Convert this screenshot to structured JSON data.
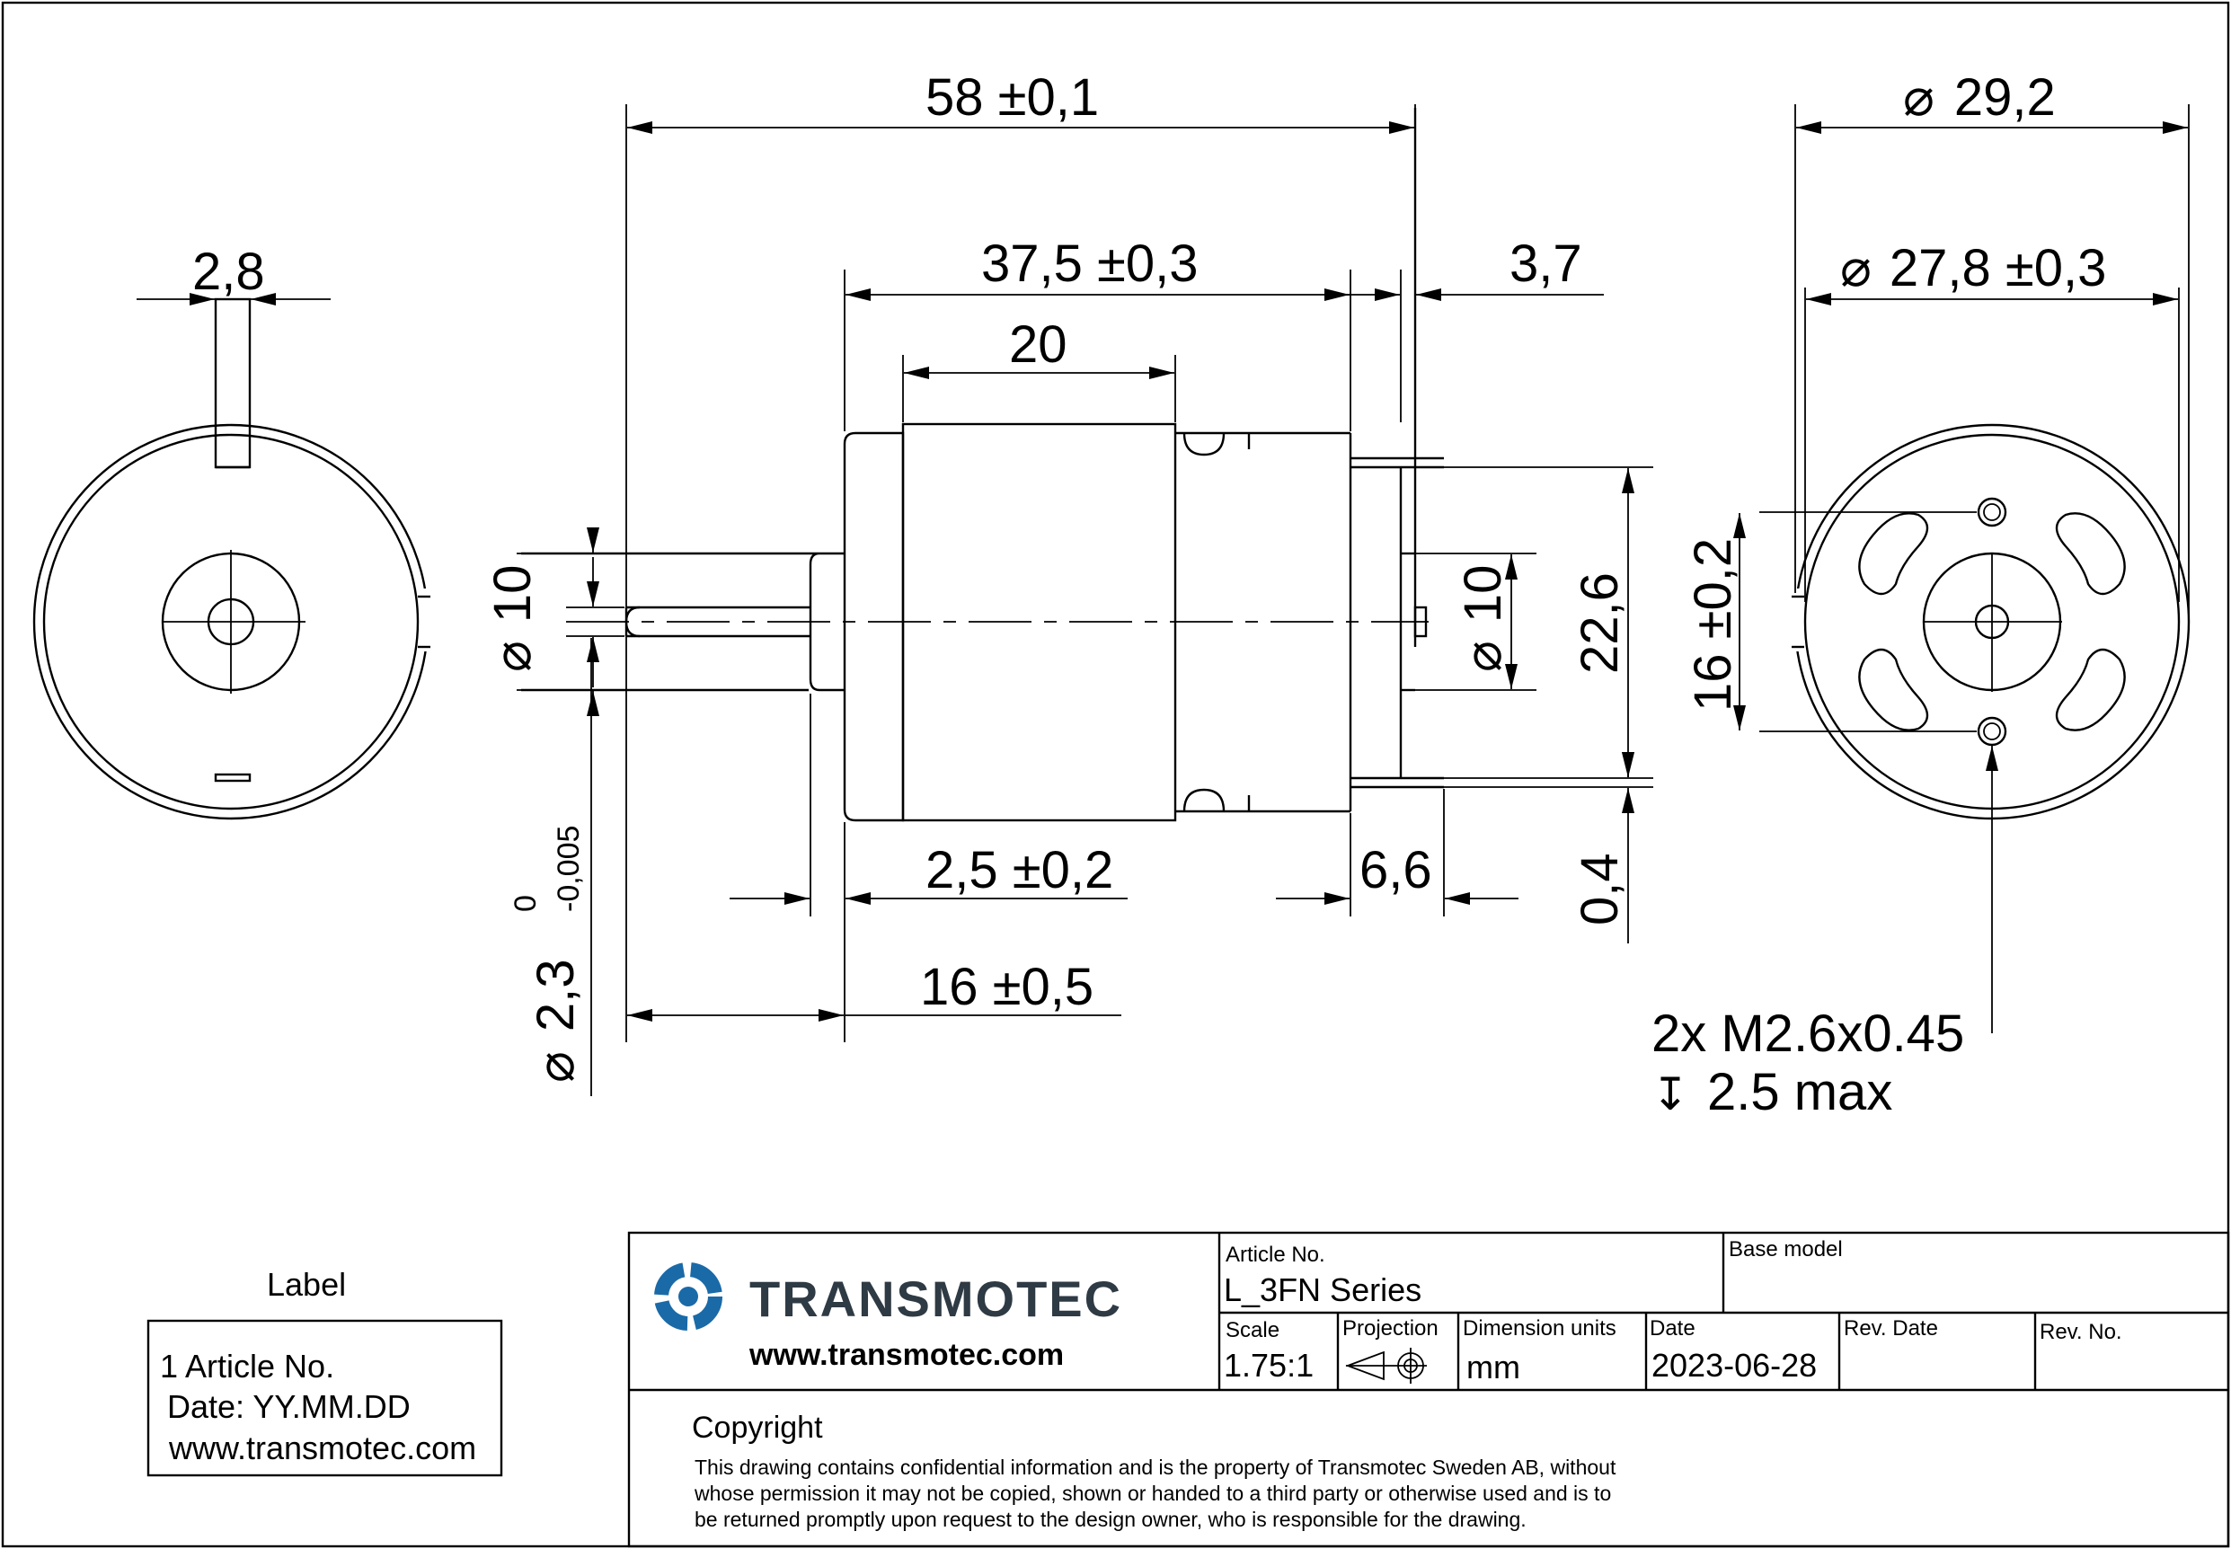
{
  "dimensions": {
    "overall_length": "58 ±0,1",
    "body_length": "37,5 ±0,3",
    "can_length": "20",
    "rear_flange": "3,7",
    "slot_width": "2,8",
    "diameter_outer": "29,2",
    "diameter_inner": "27,8 ±0,3",
    "front_boss_dia": "10",
    "rear_boss_dia": "10",
    "flange_height": "22,6",
    "hole_spacing": "16 ±0,2",
    "front_step": "2,5 ±0,2",
    "rear_step": "6,6",
    "terminal_thickness": "0,4",
    "shaft_length": "16 ±0,5",
    "shaft_dia": "2,3",
    "shaft_tol_upper": "0",
    "shaft_tol_lower": "-0,005",
    "diameter_symbol": "⌀"
  },
  "thread_note": {
    "line1": "2x M2.6x0.45",
    "depth_symbol": "↧",
    "line2": "2.5 max"
  },
  "label_box": {
    "title": "Label",
    "line1": "1 Article No.",
    "line2": "Date: YY.MM.DD",
    "line3": "www.transmotec.com"
  },
  "title_block": {
    "company": "TRANSMOTEC",
    "website": "www.transmotec.com",
    "article_no_label": "Article No.",
    "article_no": "L_3FN Series",
    "base_model_label": "Base model",
    "base_model": "",
    "scale_label": "Scale",
    "scale": "1.75:1",
    "projection_label": "Projection",
    "dimension_units_label": "Dimension units",
    "dimension_units": "mm",
    "date_label": "Date",
    "date": "2023-06-28",
    "rev_date_label": "Rev. Date",
    "rev_date": "",
    "rev_no_label": "Rev. No.",
    "rev_no": "",
    "copyright_title": "Copyright",
    "copyright_line1": "This drawing contains confidential information and is the property of Transmotec Sweden AB, without",
    "copyright_line2": "whose permission it may not be copied, shown or handed to a third party or otherwise used and is to",
    "copyright_line3": "be returned promptly upon request to the design owner, who is responsible for the drawing."
  },
  "colors": {
    "logo_blue": "#1a6aa8",
    "logo_dark": "#2e3a44"
  }
}
